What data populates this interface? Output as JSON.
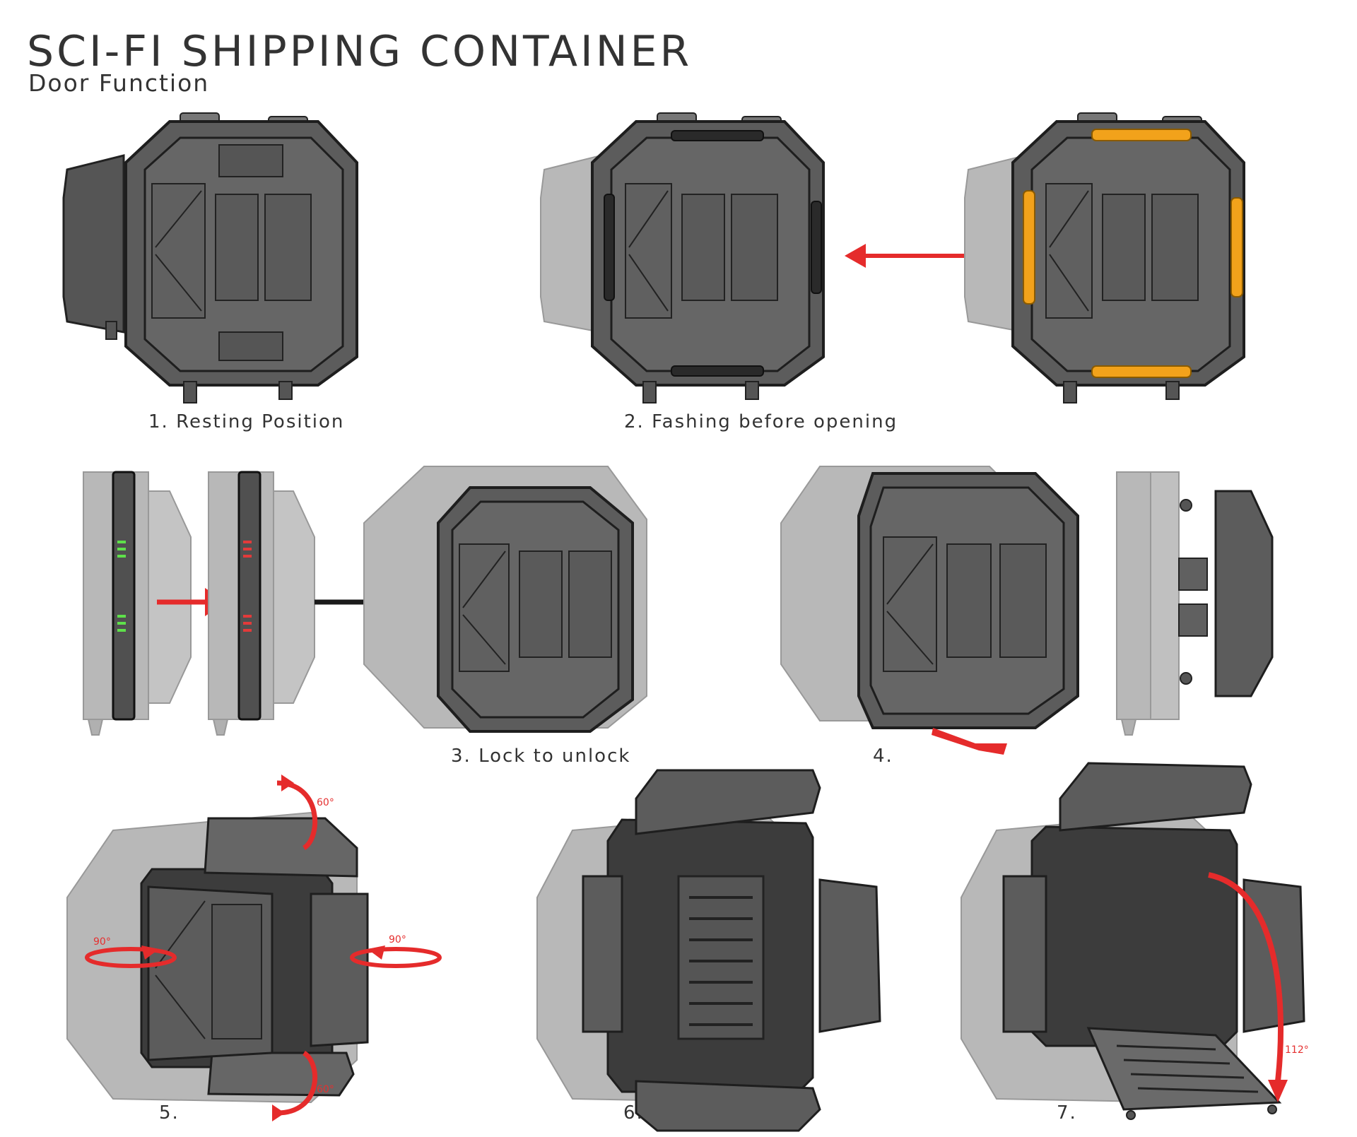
{
  "header": {
    "title": "SCI-FI SHIPPING CONTAINER",
    "subtitle": "Door Function"
  },
  "steps": [
    {
      "label": "1. Resting Position"
    },
    {
      "label": "2. Fashing before opening"
    },
    {
      "label": "3. Lock to unlock"
    },
    {
      "label": "4."
    },
    {
      "label": "5."
    },
    {
      "label": "6."
    },
    {
      "label": "7."
    }
  ],
  "angles": {
    "step5_top": "60°",
    "step5_left": "90°",
    "step5_right": "90°",
    "step5_bottom": "60°",
    "step7_ramp": "112°"
  },
  "colors": {
    "container_dark": "#5b5b5b",
    "container_ghost": "#b3b3b3",
    "outline": "#1e1e1e",
    "arrow_red": "#e52b2b",
    "arrow_black": "#1a1a1a",
    "light_amber": "#f2a21b",
    "light_green": "#5ee04a",
    "light_red": "#e23a3a"
  }
}
